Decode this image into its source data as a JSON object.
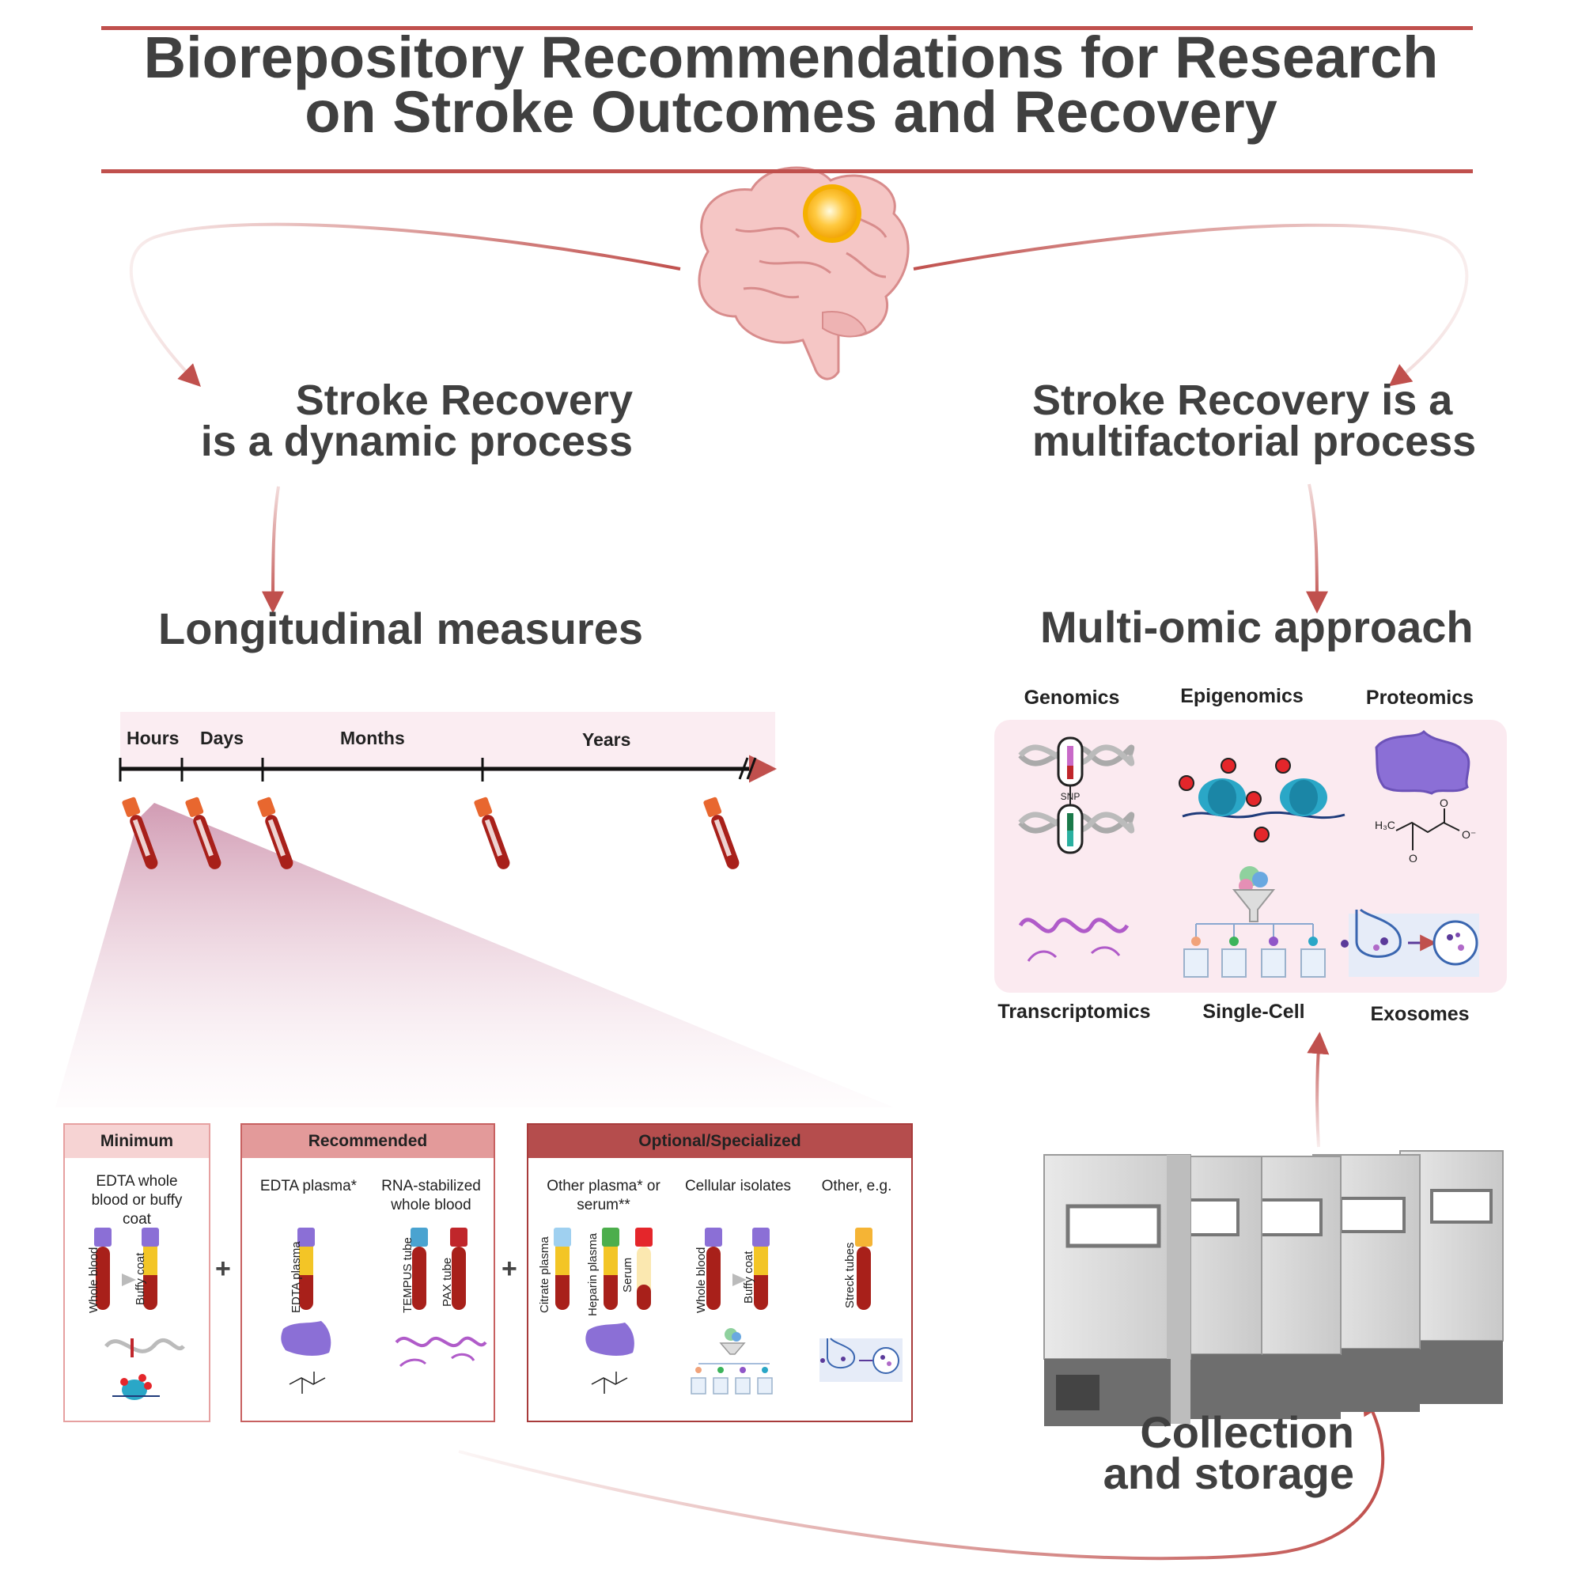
{
  "title": {
    "line1": "Biorepository Recommendations for Research",
    "line2": "on Stroke Outcomes and Recovery"
  },
  "left": {
    "heading_line1": "Stroke Recovery",
    "heading_line2": "is a dynamic process",
    "subheading": "Longitudinal measures"
  },
  "right": {
    "heading_line1": "Stroke Recovery is a",
    "heading_line2": "multifactorial process",
    "subheading": "Multi-omic approach"
  },
  "timeline": {
    "labels": [
      "Hours",
      "Days",
      "Months",
      "Years"
    ]
  },
  "omics": {
    "top": [
      "Genomics",
      "Epigenomics",
      "Proteomics"
    ],
    "bottom": [
      "Transcriptomics",
      "Single-Cell",
      "Exosomes"
    ],
    "snp": "SNP"
  },
  "chem": {
    "h3c": "H₃C",
    "o": "O",
    "ominus": "O⁻"
  },
  "boxes": {
    "minimum": {
      "label": "Minimum",
      "caption_lines": [
        "EDTA whole",
        "blood or buffy",
        "coat"
      ],
      "tube1": "Whole blood",
      "tube2": "Buffy coat"
    },
    "recommended": {
      "label": "Recommended",
      "caption1": "EDTA plasma*",
      "caption2_lines": [
        "RNA-stabilized",
        "whole blood"
      ],
      "tube1": "EDTA plasma",
      "tube2": "TEMPUS tube",
      "tube3": "PAX tube"
    },
    "optional": {
      "label": "Optional/Specialized",
      "caption1_lines": [
        "Other plasma* or",
        "serum**"
      ],
      "caption2": "Cellular isolates",
      "caption3": "Other, e.g.",
      "tube1": "Citrate plasma",
      "tube2": "Heparin plasma",
      "tube3": "Serum",
      "tube4": "Whole blood",
      "tube5": "Buffy coat",
      "tube6": "Streck tubes"
    },
    "plus": "+"
  },
  "storage": {
    "line1": "Collection",
    "line2": "and storage"
  },
  "colors": {
    "accent": "#c0504d",
    "minimum": "#f6d3d3",
    "recommended": "#e39a9a",
    "optional": "#b54d4d",
    "blood": "#a8201a",
    "plasma": "#f3c526",
    "purple": "#8b6fd6"
  }
}
